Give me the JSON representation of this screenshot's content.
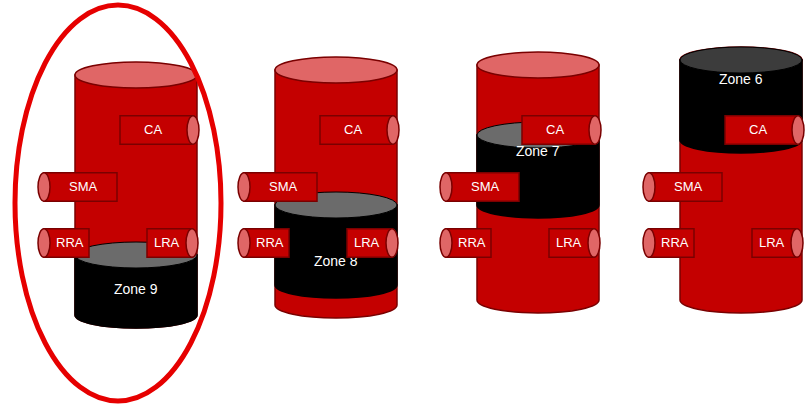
{
  "diagram": {
    "nodes": [
      {
        "text": [
          "CA"
        ]
      },
      {
        "text": [
          "SMA"
        ]
      },
      {
        "text": [
          "RRA"
        ]
      },
      {
        "text": [
          "LRA"
        ]
      },
      {
        "text": [
          "Zone 9"
        ]
      },
      {
        "text": [
          "CA"
        ]
      },
      {
        "text": [
          "SMA"
        ]
      },
      {
        "text": [
          "RRA"
        ]
      },
      {
        "text": [
          "LRA"
        ]
      },
      {
        "text": [
          "Zone 8"
        ]
      },
      {
        "text": [
          "CA"
        ]
      },
      {
        "text": [
          "SMA"
        ]
      },
      {
        "text": [
          "RRA"
        ]
      },
      {
        "text": [
          "LRA"
        ]
      },
      {
        "text": [
          "Zone 7"
        ]
      },
      {
        "text": [
          "CA"
        ]
      },
      {
        "text": [
          "SMA"
        ]
      },
      {
        "text": [
          "RRA"
        ]
      },
      {
        "text": [
          "LRA"
        ]
      },
      {
        "text": [
          "Zone 6"
        ]
      }
    ]
  }
}
